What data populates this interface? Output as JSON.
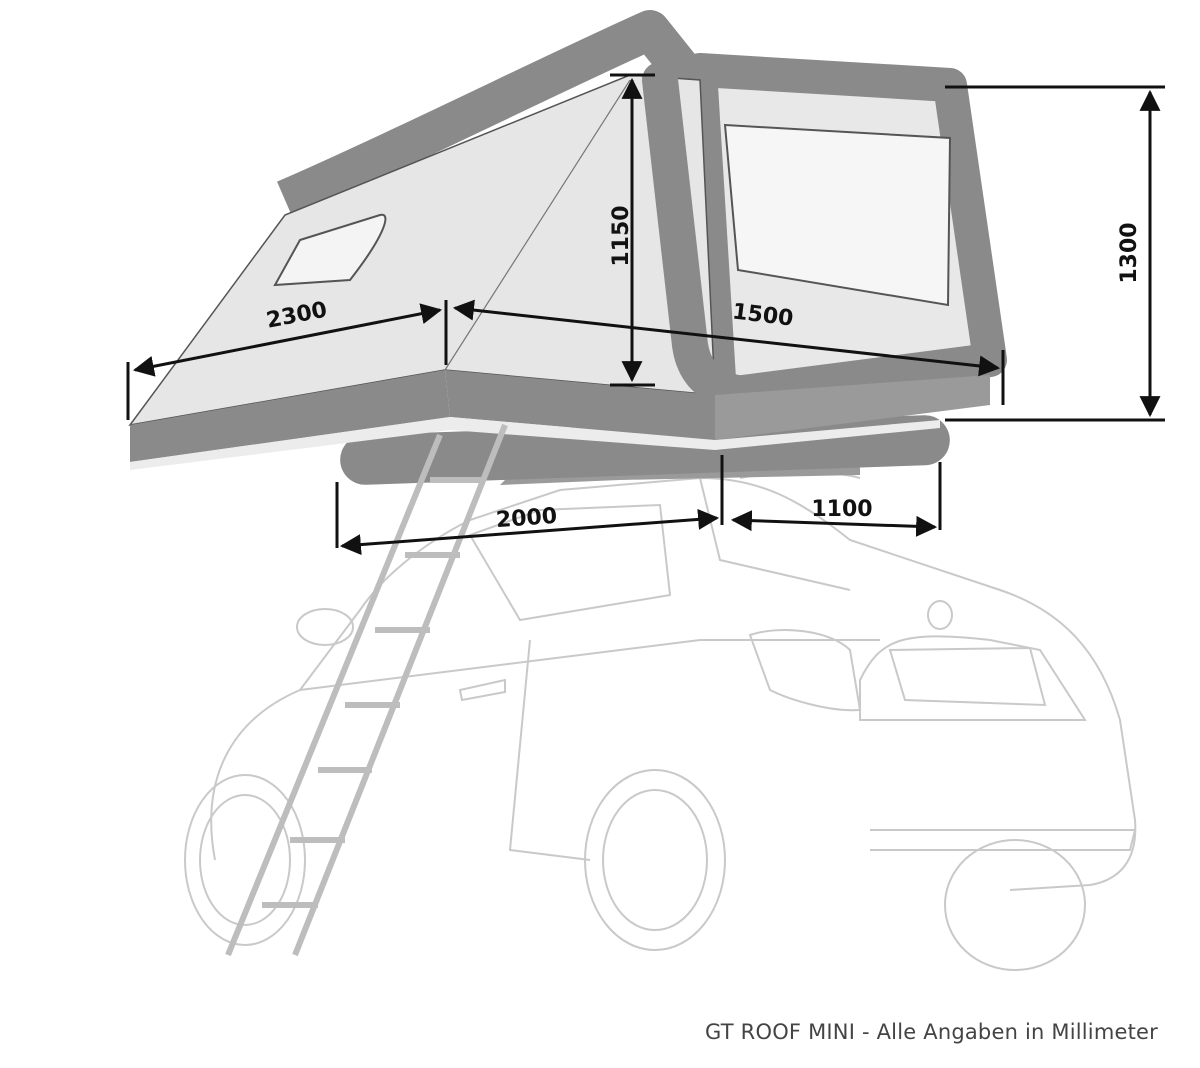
{
  "diagram": {
    "dimensions": {
      "tent_length_left": "2300",
      "tent_height_center": "1150",
      "tent_length_right": "1500",
      "total_height": "1300",
      "base_length": "2000",
      "overhang_length": "1100"
    },
    "caption": "GT ROOF MINI - Alle Angaben in Millimeter",
    "colors": {
      "tent_fabric": "#e6e6e6",
      "tent_tube": "#8a8a8a",
      "car_outline": "#c9c9c9",
      "dimension_line": "#111111"
    }
  }
}
